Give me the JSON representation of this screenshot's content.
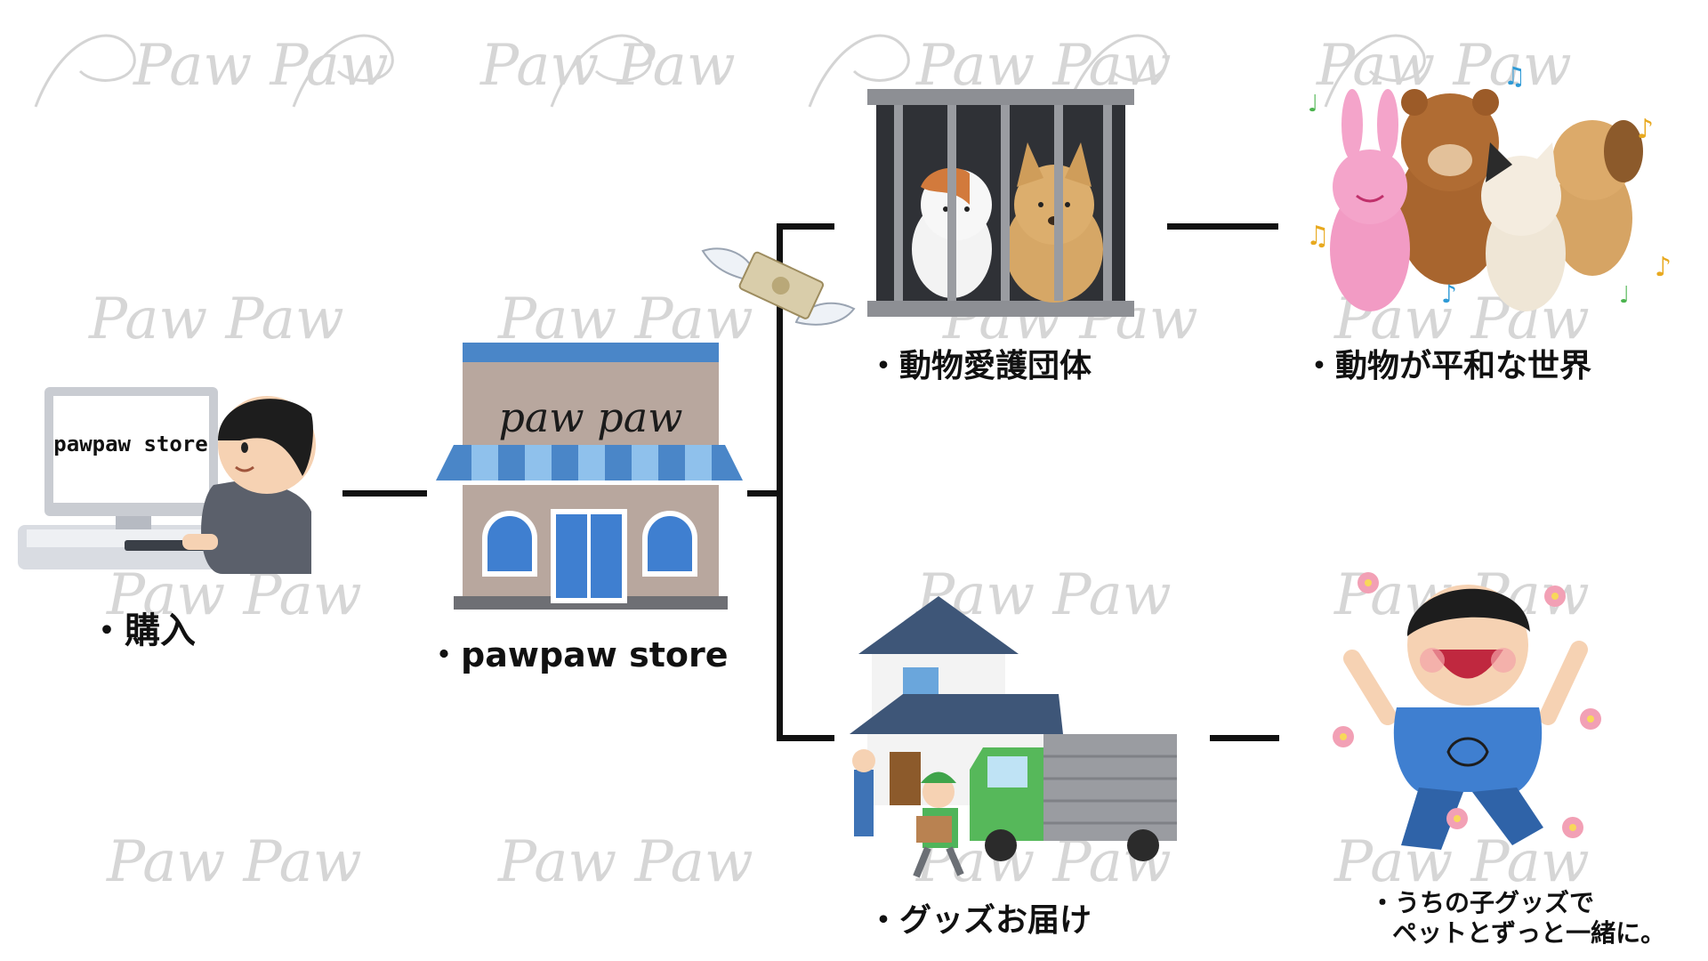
{
  "watermark": {
    "text": "Paw Paw"
  },
  "buyer": {
    "screen_text": "pawpaw store",
    "label": "・購入"
  },
  "store": {
    "sign_text": "paw paw",
    "label": "・pawpaw store"
  },
  "shelter": {
    "label": "・動物愛護団体"
  },
  "peaceful_world": {
    "label": "・動物が平和な世界"
  },
  "delivery": {
    "label": "・グッズお届け"
  },
  "happy_owner": {
    "label_line1": "・うちの子グッズで",
    "label_line2": "ペットとずっと一緒に。"
  },
  "colors": {
    "line": "#111111",
    "store_blue": "#4a86c8",
    "truck_green": "#56b85a"
  }
}
